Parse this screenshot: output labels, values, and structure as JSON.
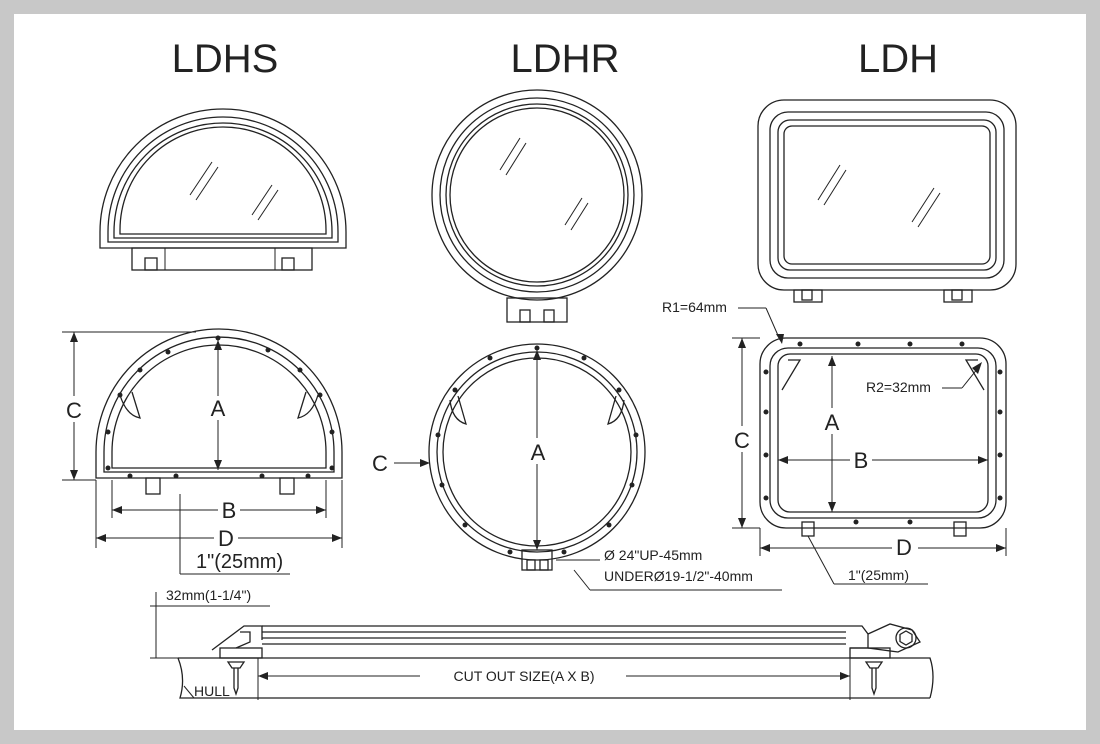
{
  "titles": {
    "ldhs": "LDHS",
    "ldhr": "LDHR",
    "ldh": "LDH"
  },
  "dims": {
    "a": "A",
    "b": "B",
    "c": "C",
    "d": "D",
    "hinge_offset": "1\"(25mm)"
  },
  "notes": {
    "r1": "R1=64mm",
    "r2": "R2=32mm",
    "ldhr_up": "Ø 24\"UP-45mm",
    "ldhr_under": "UNDERØ19-1/2\"-40mm",
    "profile_height": "32mm(1-1/4\")",
    "cut_out": "CUT OUT SIZE(A X B)",
    "hull": "HULL"
  }
}
